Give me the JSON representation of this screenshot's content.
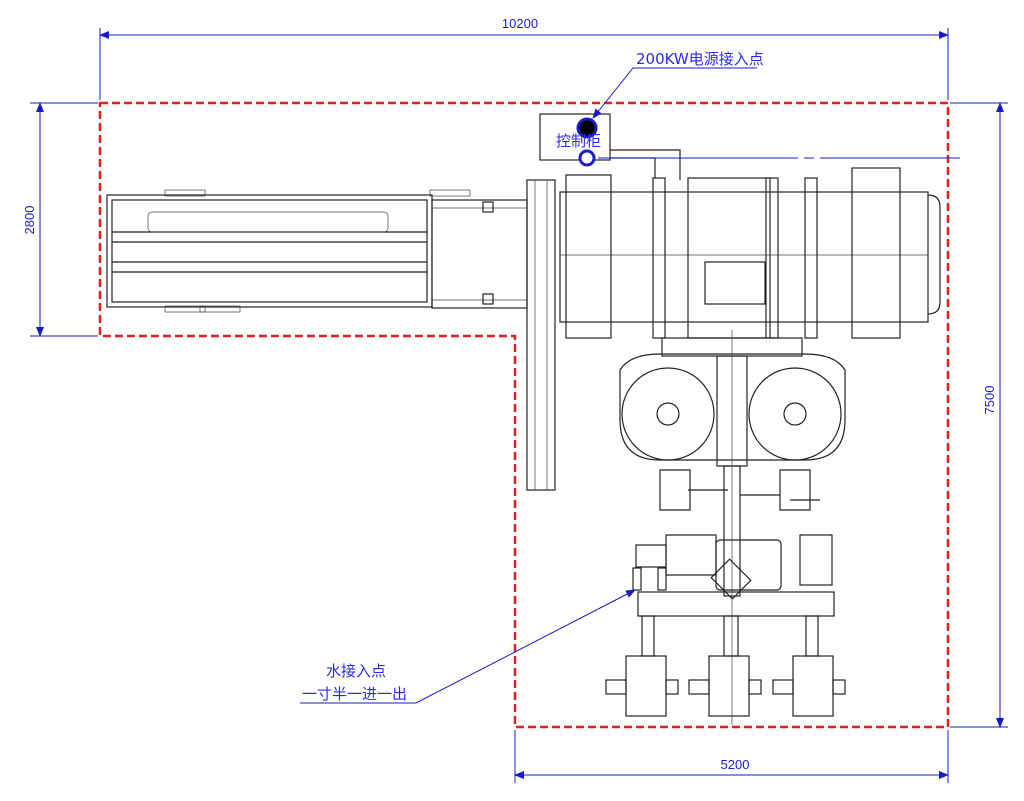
{
  "dimensions": {
    "overall_width": "10200",
    "left_height": "2800",
    "overall_height": "7500",
    "lower_width": "5200"
  },
  "annotations": {
    "power_point": "200KW电源接入点",
    "control_cabinet": "控制柜",
    "water_point_line1": "水接入点",
    "water_point_line2": "一寸半一进一出"
  },
  "colors": {
    "boundary": "#e0201c",
    "dimension": "#1a1acc",
    "annotation": "#2a2aee",
    "equipment": "#222222"
  }
}
